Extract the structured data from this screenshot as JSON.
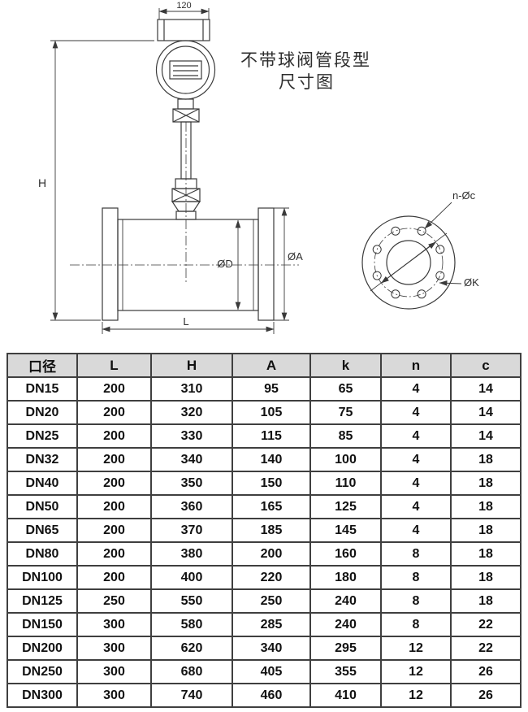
{
  "title": {
    "line1": "不带球阀管段型",
    "line2": "尺寸图"
  },
  "diagram": {
    "dim_top_width": "120",
    "dim_height": "H",
    "dim_bore": "ØD",
    "dim_flange_od": "ØA",
    "dim_length": "L",
    "dim_bolt_holes": "n-Øc",
    "dim_bolt_circle": "ØK"
  },
  "table": {
    "columns": [
      "口径",
      "L",
      "H",
      "A",
      "k",
      "n",
      "c"
    ],
    "rows": [
      [
        "DN15",
        "200",
        "310",
        "95",
        "65",
        "4",
        "14"
      ],
      [
        "DN20",
        "200",
        "320",
        "105",
        "75",
        "4",
        "14"
      ],
      [
        "DN25",
        "200",
        "330",
        "115",
        "85",
        "4",
        "14"
      ],
      [
        "DN32",
        "200",
        "340",
        "140",
        "100",
        "4",
        "18"
      ],
      [
        "DN40",
        "200",
        "350",
        "150",
        "110",
        "4",
        "18"
      ],
      [
        "DN50",
        "200",
        "360",
        "165",
        "125",
        "4",
        "18"
      ],
      [
        "DN65",
        "200",
        "370",
        "185",
        "145",
        "4",
        "18"
      ],
      [
        "DN80",
        "200",
        "380",
        "200",
        "160",
        "8",
        "18"
      ],
      [
        "DN100",
        "200",
        "400",
        "220",
        "180",
        "8",
        "18"
      ],
      [
        "DN125",
        "250",
        "550",
        "250",
        "240",
        "8",
        "18"
      ],
      [
        "DN150",
        "300",
        "580",
        "285",
        "240",
        "8",
        "22"
      ],
      [
        "DN200",
        "300",
        "620",
        "340",
        "295",
        "12",
        "22"
      ],
      [
        "DN250",
        "300",
        "680",
        "405",
        "355",
        "12",
        "26"
      ],
      [
        "DN300",
        "300",
        "740",
        "460",
        "410",
        "12",
        "26"
      ]
    ]
  },
  "colors": {
    "line": "#3a3a3a",
    "table_border": "#3f3f3f",
    "header_bg": "#d9d9d9"
  }
}
